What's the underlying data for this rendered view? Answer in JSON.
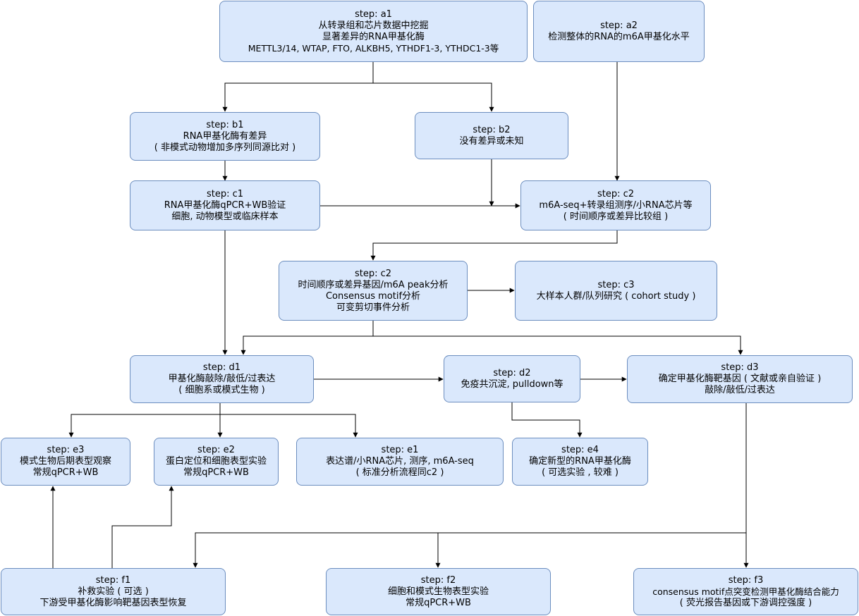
{
  "nodes": {
    "a1": {
      "step": "step: a1",
      "lines": [
        "从转录组和芯片数据中挖掘",
        "显著差异的RNA甲基化酶",
        "METTL3/14, WTAP, FTO, ALKBH5, YTHDF1-3, YTHDC1-3等"
      ]
    },
    "a2": {
      "step": "step: a2",
      "lines": [
        "检测整体的RNA的m6A甲基化水平"
      ]
    },
    "b1": {
      "step": "step: b1",
      "lines": [
        "RNA甲基化酶有差异",
        "( 非模式动物增加多序列同源比对 )"
      ]
    },
    "b2": {
      "step": "step: b2",
      "lines": [
        "没有差异或未知"
      ]
    },
    "c1": {
      "step": "step: c1",
      "lines": [
        "RNA甲基化酶qPCR+WB验证",
        "细胞, 动物模型或临床样本"
      ]
    },
    "c2top": {
      "step": "step: c2",
      "lines": [
        "m6A-seq+转录组测序/小RNA芯片等",
        "( 时间顺序或差异比较组 )"
      ]
    },
    "c2mid": {
      "step": "step: c2",
      "lines": [
        "时间顺序或差异基因/m6A peak分析",
        "Consensus motif分析",
        "可变剪切事件分析"
      ]
    },
    "c3": {
      "step": "step: c3",
      "lines": [
        "大样本人群/队列研究 ( cohort study )"
      ]
    },
    "d1": {
      "step": "step: d1",
      "lines": [
        "甲基化酶敲除/敲低/过表达",
        "( 细胞系或模式生物 )"
      ]
    },
    "d2": {
      "step": "step: d2",
      "lines": [
        "免疫共沉淀, pulldown等"
      ]
    },
    "d3": {
      "step": "step: d3",
      "lines": [
        "确定甲基化酶靶基因 ( 文献或亲自验证 )",
        "敲除/敲低/过表达"
      ]
    },
    "e3": {
      "step": "step: e3",
      "lines": [
        "模式生物后期表型观察",
        "常规qPCR+WB"
      ]
    },
    "e2": {
      "step": "step: e2",
      "lines": [
        "蛋白定位和细胞表型实验",
        "常规qPCR+WB"
      ]
    },
    "e1": {
      "step": "step: e1",
      "lines": [
        "表达谱/小RNA芯片, 测序, m6A-seq",
        "( 标准分析流程同c2 )"
      ]
    },
    "e4": {
      "step": "step: e4",
      "lines": [
        "确定新型的RNA甲基化酶",
        "( 可选实验 , 较难 )"
      ]
    },
    "f1": {
      "step": "step: f1",
      "lines": [
        "补救实验 ( 可选 )",
        "下游受甲基化酶影响靶基因表型恢复"
      ]
    },
    "f2": {
      "step": "step: f2",
      "lines": [
        "细胞和模式生物表型实验",
        "常规qPCR+WB"
      ]
    },
    "f3": {
      "step": "step: f3",
      "lines": [
        "consensus motif点突变检测甲基化酶结合能力",
        "( 荧光报告基因或下游调控强度 )"
      ]
    }
  },
  "colors": {
    "fill": "#dae8fc",
    "stroke": "#6c8ebf",
    "edge": "#000000"
  }
}
